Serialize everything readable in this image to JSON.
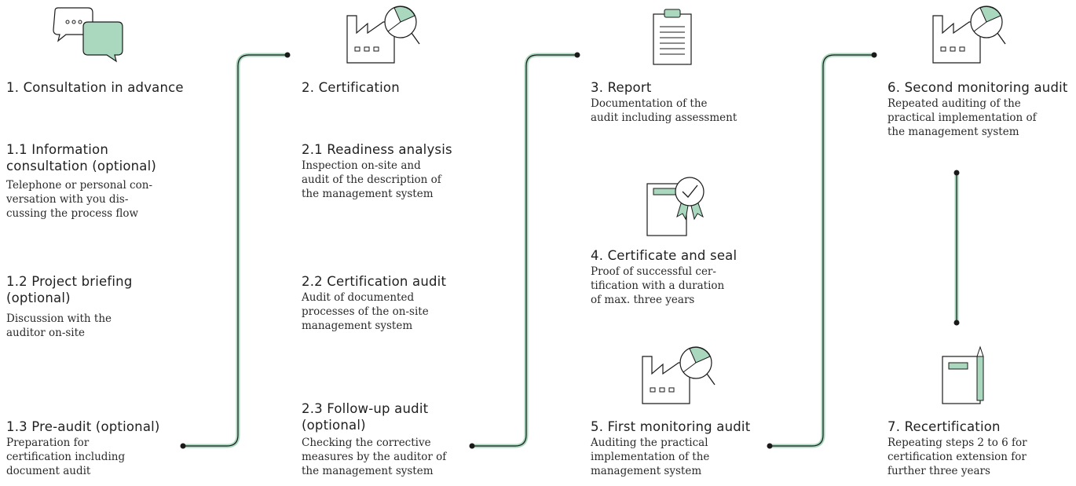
{
  "colors": {
    "accent": "#a9d8bf",
    "line": "#1a1a1a"
  },
  "steps": {
    "s1": {
      "title": "1. Consultation in advance"
    },
    "s1_1": {
      "title1": "1.1 Information",
      "title2": "consultation (optional)",
      "desc1": "Telephone or personal con-",
      "desc2": "versation with you dis-",
      "desc3": "cussing the process flow"
    },
    "s1_2": {
      "title1": "1.2 Project briefing",
      "title2": "(optional)",
      "desc1": "Discussion with the",
      "desc2": "auditor on-site"
    },
    "s1_3": {
      "title": "1.3 Pre-audit (optional)",
      "desc1": "Preparation for",
      "desc2": "certification including",
      "desc3": "document audit"
    },
    "s2": {
      "title": "2. Certification"
    },
    "s2_1": {
      "title": "2.1 Readiness analysis",
      "desc1": "Inspection on-site and",
      "desc2": "audit of the description of",
      "desc3": "the management system"
    },
    "s2_2": {
      "title": "2.2 Certification audit",
      "desc1": "Audit of documented",
      "desc2": "processes of the on-site",
      "desc3": "management system"
    },
    "s2_3": {
      "title1": "2.3 Follow-up audit",
      "title2": "(optional)",
      "desc1": "Checking the corrective",
      "desc2": "measures by the auditor of",
      "desc3": "the management system"
    },
    "s3": {
      "title": "3. Report",
      "desc1": "Documentation of the",
      "desc2": "audit including assessment"
    },
    "s4": {
      "title": "4. Certificate and seal",
      "desc1": "Proof of successful cer-",
      "desc2": "tification with a duration",
      "desc3": "of max. three years"
    },
    "s5": {
      "title": "5. First monitoring audit",
      "desc1": "Auditing the practical",
      "desc2": "implementation of the",
      "desc3": "management system"
    },
    "s6": {
      "title": "6. Second monitoring audit",
      "desc1": "Repeated auditing of the",
      "desc2": "practical implementation of",
      "desc3": "the management system"
    },
    "s7": {
      "title": "7. Recertification",
      "desc1": "Repeating steps 2 to 6 for",
      "desc2": "certification extension for",
      "desc3": "further three years"
    }
  },
  "icons": {
    "consultation": "speech-bubbles-icon",
    "certification": "factory-magnifier-icon",
    "report": "clipboard-icon",
    "certificate": "certificate-ribbon-icon",
    "first_monitoring": "factory-magnifier-icon",
    "second_monitoring": "factory-magnifier-icon",
    "recertification": "notebook-pencil-icon"
  }
}
